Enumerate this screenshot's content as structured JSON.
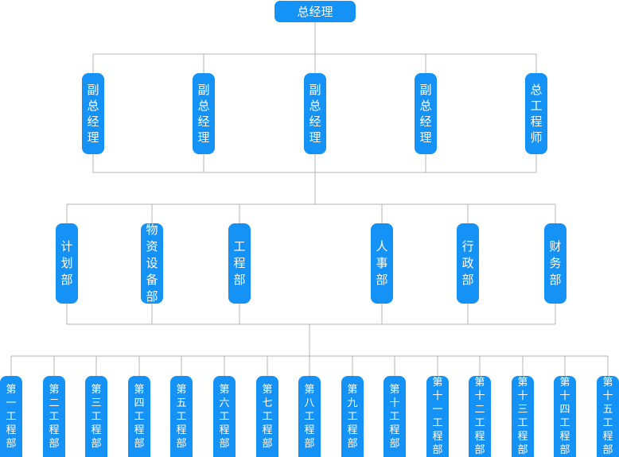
{
  "ceo": "总经理",
  "level2": [
    "副总经理",
    "副总经理",
    "副总经理",
    "副总经理",
    "总工程师"
  ],
  "level3": [
    "计划部",
    "物资设备部",
    "工程部",
    "人事部",
    "行政部",
    "财务部"
  ],
  "level4": [
    "第一工程部",
    "第二工程部",
    "第三工程部",
    "第四工程部",
    "第五工程部",
    "第六工程部",
    "第七工程部",
    "第八工程部",
    "第九工程部",
    "第十工程部",
    "第十一工程部",
    "第十二工程部",
    "第十三工程部",
    "第十四工程部",
    "第十五工程部"
  ],
  "colors": {
    "node": "#1592f5",
    "text": "#ffffff",
    "line": "#b5b5b5"
  }
}
